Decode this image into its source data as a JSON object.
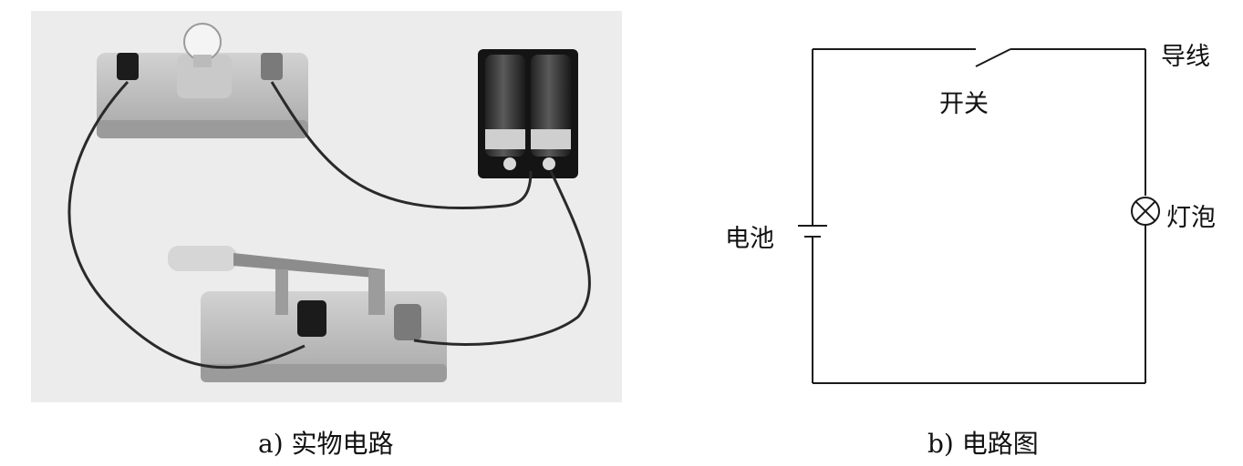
{
  "panel_a": {
    "caption": "a) 实物电路"
  },
  "panel_b": {
    "caption": "b) 电路图",
    "labels": {
      "wire": "导线",
      "switch": "开关",
      "battery": "电池",
      "bulb": "灯泡"
    }
  }
}
